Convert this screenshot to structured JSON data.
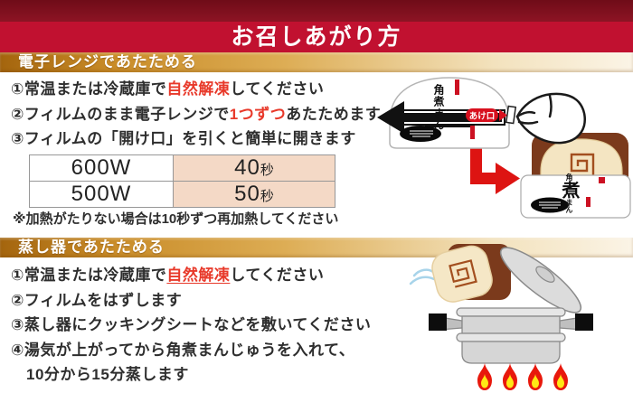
{
  "title": "お召しあがり方",
  "sections": [
    {
      "heading": "電子レンジであたためる",
      "steps": [
        {
          "num": "①",
          "pre": "常温または冷蔵庫で",
          "red": "自然解凍",
          "post": "してください"
        },
        {
          "num": "②",
          "pre": "フィルムのまま電子レンジで",
          "red": "1つずつ",
          "post": "あたためます"
        },
        {
          "num": "③",
          "pre": "フィルムの「開け口」を引くと簡単に開きます",
          "red": "",
          "post": ""
        }
      ],
      "table": {
        "rows": [
          {
            "watt": "600W",
            "time_value": "40",
            "time_unit": "秒"
          },
          {
            "watt": "500W",
            "time_value": "50",
            "time_unit": "秒"
          }
        ]
      },
      "note": "※加熱がたりない場合は10秒ずつ再加熱してください"
    },
    {
      "heading": "蒸し器であたためる",
      "steps": [
        {
          "num": "①",
          "pre": "常温または冷蔵庫で",
          "red": "自然解凍",
          "post": "してください"
        },
        {
          "num": "②",
          "pre": "フィルムをはずします",
          "red": "",
          "post": ""
        },
        {
          "num": "③",
          "pre": "蒸し器にクッキングシートなどを敷いてください",
          "red": "",
          "post": ""
        },
        {
          "num": "④",
          "pre": "湯気が上がってから角煮まんじゅうを入れて、",
          "red": "",
          "post": ""
        },
        {
          "num": "",
          "pre": "10分から15分蒸します",
          "red": "",
          "post": ""
        }
      ]
    }
  ],
  "illustration": {
    "open_tab_badge": "あけ口",
    "package_label": "角煮まん",
    "film_label_top": "角",
    "film_label_main": "煮",
    "film_label_bottom": "まん"
  },
  "colors": {
    "top_strip": "#7c0f1d",
    "banner_red": "#c11130",
    "gold_dark": "#a4650e",
    "gold_light": "#fbf4e6",
    "accent_arrow_red": "#dd1412",
    "text_red": "#e8392a",
    "table_cell_salmon": "#f4d9c6",
    "brown_tray": "#7b3a1c",
    "bun_cream": "#f4e5c2",
    "flame_red": "#e8180c",
    "flame_yellow": "#ffe815",
    "steam_blue": "#a8d4ea"
  }
}
